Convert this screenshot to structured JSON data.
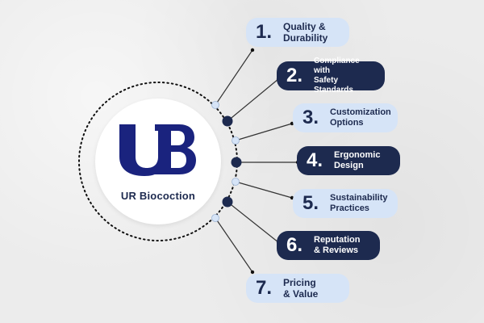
{
  "logo": {
    "mark_letters": "UB",
    "name": "UR Biocoction"
  },
  "colors": {
    "navy": "#1d2a4f",
    "light_blue": "#d6e4f7",
    "logo_blue": "#1a237e"
  },
  "factors": [
    {
      "number": "1.",
      "line1": "Quality &",
      "line2": "Durability"
    },
    {
      "number": "2.",
      "line1": "Compliance with",
      "line2": "Safety Standards"
    },
    {
      "number": "3.",
      "line1": "Customization",
      "line2": "Options"
    },
    {
      "number": "4.",
      "line1": "Ergonomic",
      "line2": "Design"
    },
    {
      "number": "5.",
      "line1": "Sustainability",
      "line2": "Practices"
    },
    {
      "number": "6.",
      "line1": "Reputation",
      "line2": "& Reviews"
    },
    {
      "number": "7.",
      "line1": "Pricing",
      "line2": "& Value"
    }
  ]
}
